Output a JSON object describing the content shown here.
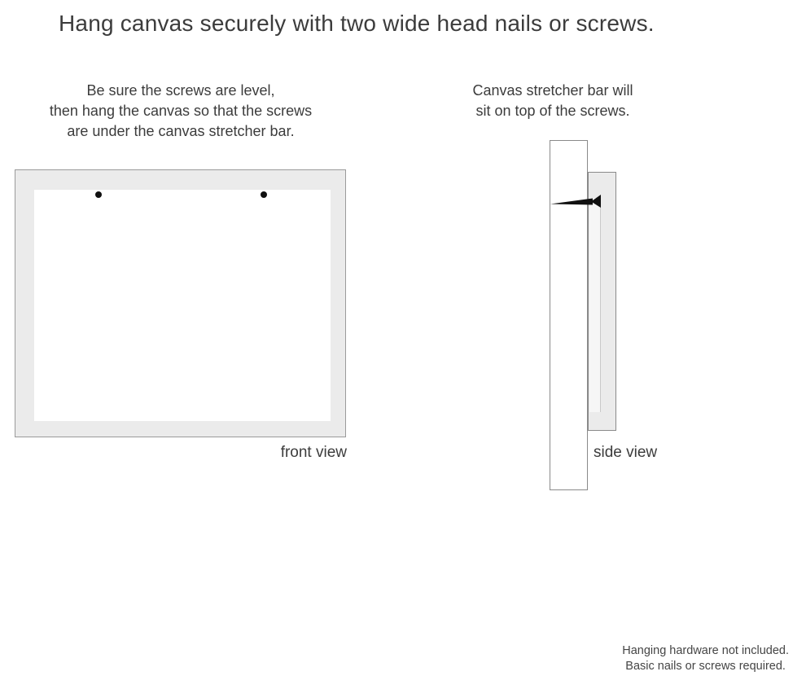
{
  "page": {
    "title": "Hang canvas securely with two wide head nails or screws."
  },
  "instructions": {
    "front": {
      "lines": [
        "Be sure the screws are level,",
        "then hang the canvas so that the screws",
        "are under the canvas stretcher bar."
      ]
    },
    "side": {
      "lines": [
        "Canvas stretcher bar will",
        "sit on top of the screws."
      ]
    }
  },
  "diagrams": {
    "front_view": {
      "label": "front view"
    },
    "side_view": {
      "label": "side view"
    }
  },
  "footer": {
    "lines": [
      "Hanging hardware not included.",
      "Basic nails or screws required."
    ]
  },
  "icons": {
    "screw_head": "filled-black-circle",
    "nail": "horizontal-nail-silhouette"
  },
  "colors": {
    "background": "#ffffff",
    "text": "#3c3c3c",
    "frame_fill": "#ebebeb",
    "frame_border": "#9a9a9a",
    "profile_border": "#8a8a8a",
    "recess_fill": "#f6f6f6",
    "nail": "#101010"
  }
}
